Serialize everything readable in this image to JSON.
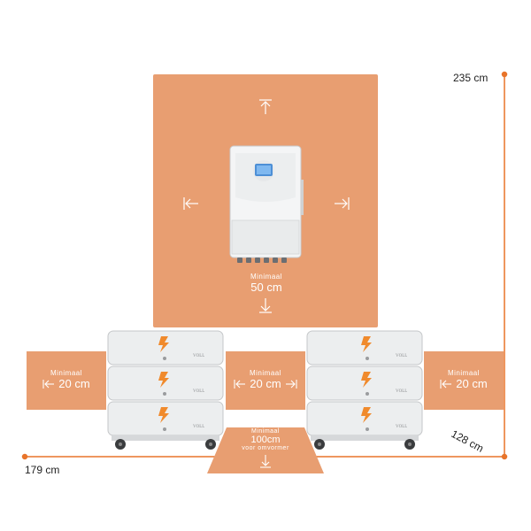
{
  "dimensions": {
    "height": "235 cm",
    "width": "179 cm",
    "depth": "128 cm"
  },
  "inverter_zone": {
    "label_top": "Minimaal",
    "label_value": "50 cm"
  },
  "left_zone": {
    "label_top": "Minimaal",
    "label_value": "20 cm"
  },
  "middle_zone": {
    "label_top": "Minimaal",
    "label_value": "20 cm"
  },
  "right_zone": {
    "label_top": "Minimaal",
    "label_value": "20 cm"
  },
  "front_zone": {
    "label_top": "Minimaal",
    "label_value": "100cm",
    "label_bottom": "voor omvormer"
  },
  "battery_brand": "VOLL",
  "colors": {
    "zone": "#E89E71",
    "accent_line": "#E8742A",
    "bolt": "#F08A2C"
  }
}
